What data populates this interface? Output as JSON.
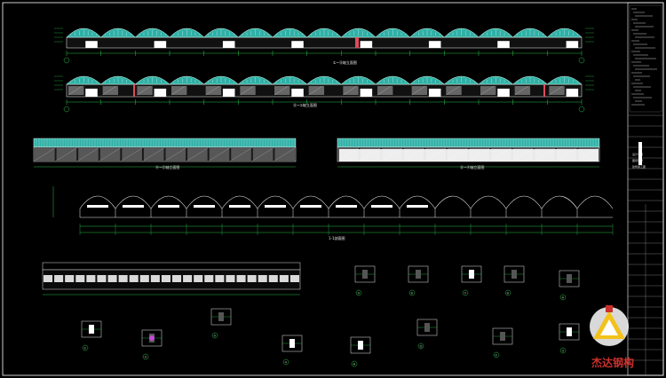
{
  "drawing": {
    "colors": {
      "background": "#000000",
      "frame": "#ffffff",
      "roof": "#2fb0a6",
      "wall": "#8a8a8a",
      "dim": "#29c24a",
      "accent": "#e04a5a",
      "white": "#ffffff"
    },
    "elevation_labels": [
      "①~⑬轴立面图",
      "⑬~①轴立面图",
      "Ⓐ~Ⓖ轴立面图",
      "Ⓖ~Ⓐ轴立面图",
      "1-1剖面图"
    ],
    "detail_labels": [
      "①",
      "②",
      "③",
      "④",
      "⑤",
      "⑥",
      "⑦",
      "⑧",
      "⑨",
      "⑩",
      "⑪"
    ],
    "title_block_lines": [
      "设计说明",
      "图纸目录",
      "建筑施工图"
    ],
    "logo_text": "杰达钢构"
  }
}
